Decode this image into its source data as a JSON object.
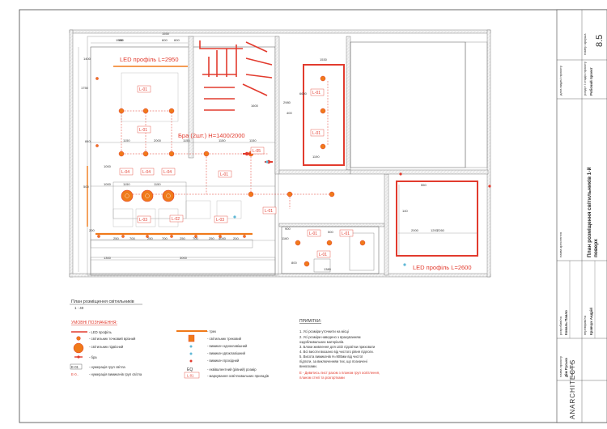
{
  "plan": {
    "title": "План розміщення світильників",
    "scale": "1 : 40",
    "labels": {
      "led_profile_top": "LED профіль L=2950",
      "bra": "Бра (2шт.) H=1400/2000",
      "led_profile_bottom": "LED профіль L=2600"
    },
    "dimensions": [
      "1550",
      "600",
      "1150",
      "2000",
      "1150",
      "1150",
      "1150",
      "1000",
      "1150",
      "1150",
      "1300",
      "3000",
      "4000",
      "250",
      "700",
      "250",
      "700",
      "250",
      "700",
      "250",
      "200",
      "1160",
      "900",
      "1380",
      "500",
      "800",
      "1190",
      "1530",
      "400",
      "2980",
      "6600",
      "2000",
      "1200",
      "140",
      "840",
      "1750",
      "1400",
      "500",
      "1600",
      "200",
      "2260",
      "550",
      "150",
      "1000",
      "1550",
      "600"
    ],
    "tags": [
      "L-01",
      "L-01",
      "L-01",
      "L-01",
      "L-01",
      "L-01",
      "L-02",
      "L-03",
      "L-03",
      "L-04",
      "L-04",
      "L-04",
      "L-05",
      "L-01",
      "L-01",
      "L-01",
      "L-01",
      "L-01"
    ]
  },
  "legend": {
    "heading": "УМОВНІ ПОЗНАЧЕННЯ:",
    "items_left": [
      "- LED профіль",
      "- світильник точковий врізний",
      "- світильник підвісний",
      "- бра",
      "- нумерація груп світла",
      "- нумерація вимикачів груп світла"
    ],
    "tags_left": [
      "E-01",
      "E-0.."
    ],
    "items_right": [
      "- трек",
      "- світильник трековий",
      "- вимикач одноклавішний",
      "- вимикач двоклавішний",
      "- вимикач прохідний",
      "- еквівалентний (рівний) розмір",
      "- маркування освітлювальних приладів"
    ],
    "eq": "EQ",
    "marker": "L-01"
  },
  "notes": {
    "heading": "ПРИМІТКИ:",
    "lines": [
      "1. Усі розміри уточнити на місці",
      "2. Усі розміри наведено з врахуванням",
      "   оздоблювальних матеріалів.",
      "3. Блоки живлення для LED підсвітки приховати",
      "4. Всі висоти вказано від чистого рівня підлоги.",
      "5. Висота вимикачів H=900мм від чистої",
      "   підлоги, за виключенням тих, що позначені",
      "   виносками."
    ],
    "warning": [
      "Е - Дивитись лист разом з планом груп освітлення,",
      "планом стелі та розгортками"
    ]
  },
  "stamp": {
    "sheet_number_label": "номер аркуша",
    "sheet_number": "8.5",
    "date_label": "дата видачі проєкту",
    "stage_label": "розділ / стадія проєкту",
    "stage_value": "Робочий проект",
    "sheet_name_label": "назва креслення",
    "sheet_name_line1": "План розміщення світильників 1-й",
    "sheet_name_line2": "поверх",
    "developer_label": "розробив/ла",
    "developer": "Коваль Павло",
    "checker_label": "перевірив/ла",
    "checker": "Кравчук Андрій",
    "project_label": "назва проєкту",
    "project": "Дім Руська",
    "client_label": "замовник",
    "brand": "ANARCHITECTS"
  },
  "colors": {
    "accent": "#e23b2e",
    "led": "#f07a1a",
    "wall": "#7a7a7a",
    "line": "#333333"
  }
}
